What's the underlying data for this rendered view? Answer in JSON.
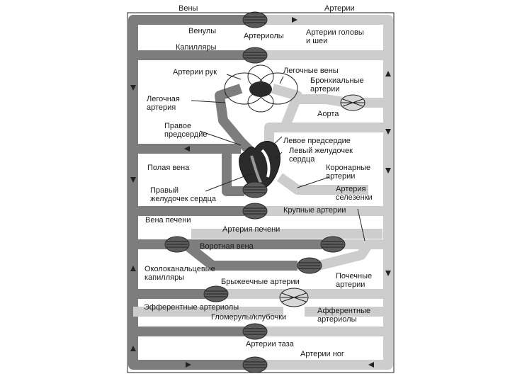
{
  "colors": {
    "vein": "#7d7d7d",
    "artery": "#cdcdcd",
    "capillary": "#5c5c5c",
    "outline": "#222222"
  },
  "labels": {
    "veins": "Вены",
    "arteries": "Артерии",
    "venules": "Венулы",
    "arterioles": "Артериолы",
    "head_neck_arteries": "Артерии головы\nи шеи",
    "capillaries": "Капилляры",
    "arm_arteries": "Артерии рук",
    "pulmonary_veins": "Легочные вены",
    "bronchial_arteries": "Бронхиальные\nартерии",
    "pulmonary_artery": "Легочная\nартерия",
    "aorta": "Аорта",
    "right_atrium": "Правое\nпредсердие",
    "left_atrium": "Левое предсердие",
    "left_ventricle": "Левый желудочек\nсердца",
    "vena_cava": "Полая вена",
    "coronary_arteries": "Коронарные\nартерии",
    "right_ventricle": "Правый\nжелудочек сердца",
    "splenic_artery": "Артерия\nселезенки",
    "large_arteries": "Крупные артерии",
    "hepatic_vein": "Вена печени",
    "hepatic_artery": "Артерия печени",
    "portal_vein": "Воротная вена",
    "peritubular_capillaries": "Околоканальцевые\nкапилляры",
    "mesenteric_arteries": "Брыжеечные артерии",
    "renal_arteries": "Почечные\nартерии",
    "efferent_arterioles": "Эфферентные артериолы",
    "afferent_arterioles": "Афферентные\nартериолы",
    "glomeruli": "Гломерулы/клубочки",
    "pelvic_arteries": "Артерии таза",
    "leg_arteries": "Артерии ног"
  }
}
